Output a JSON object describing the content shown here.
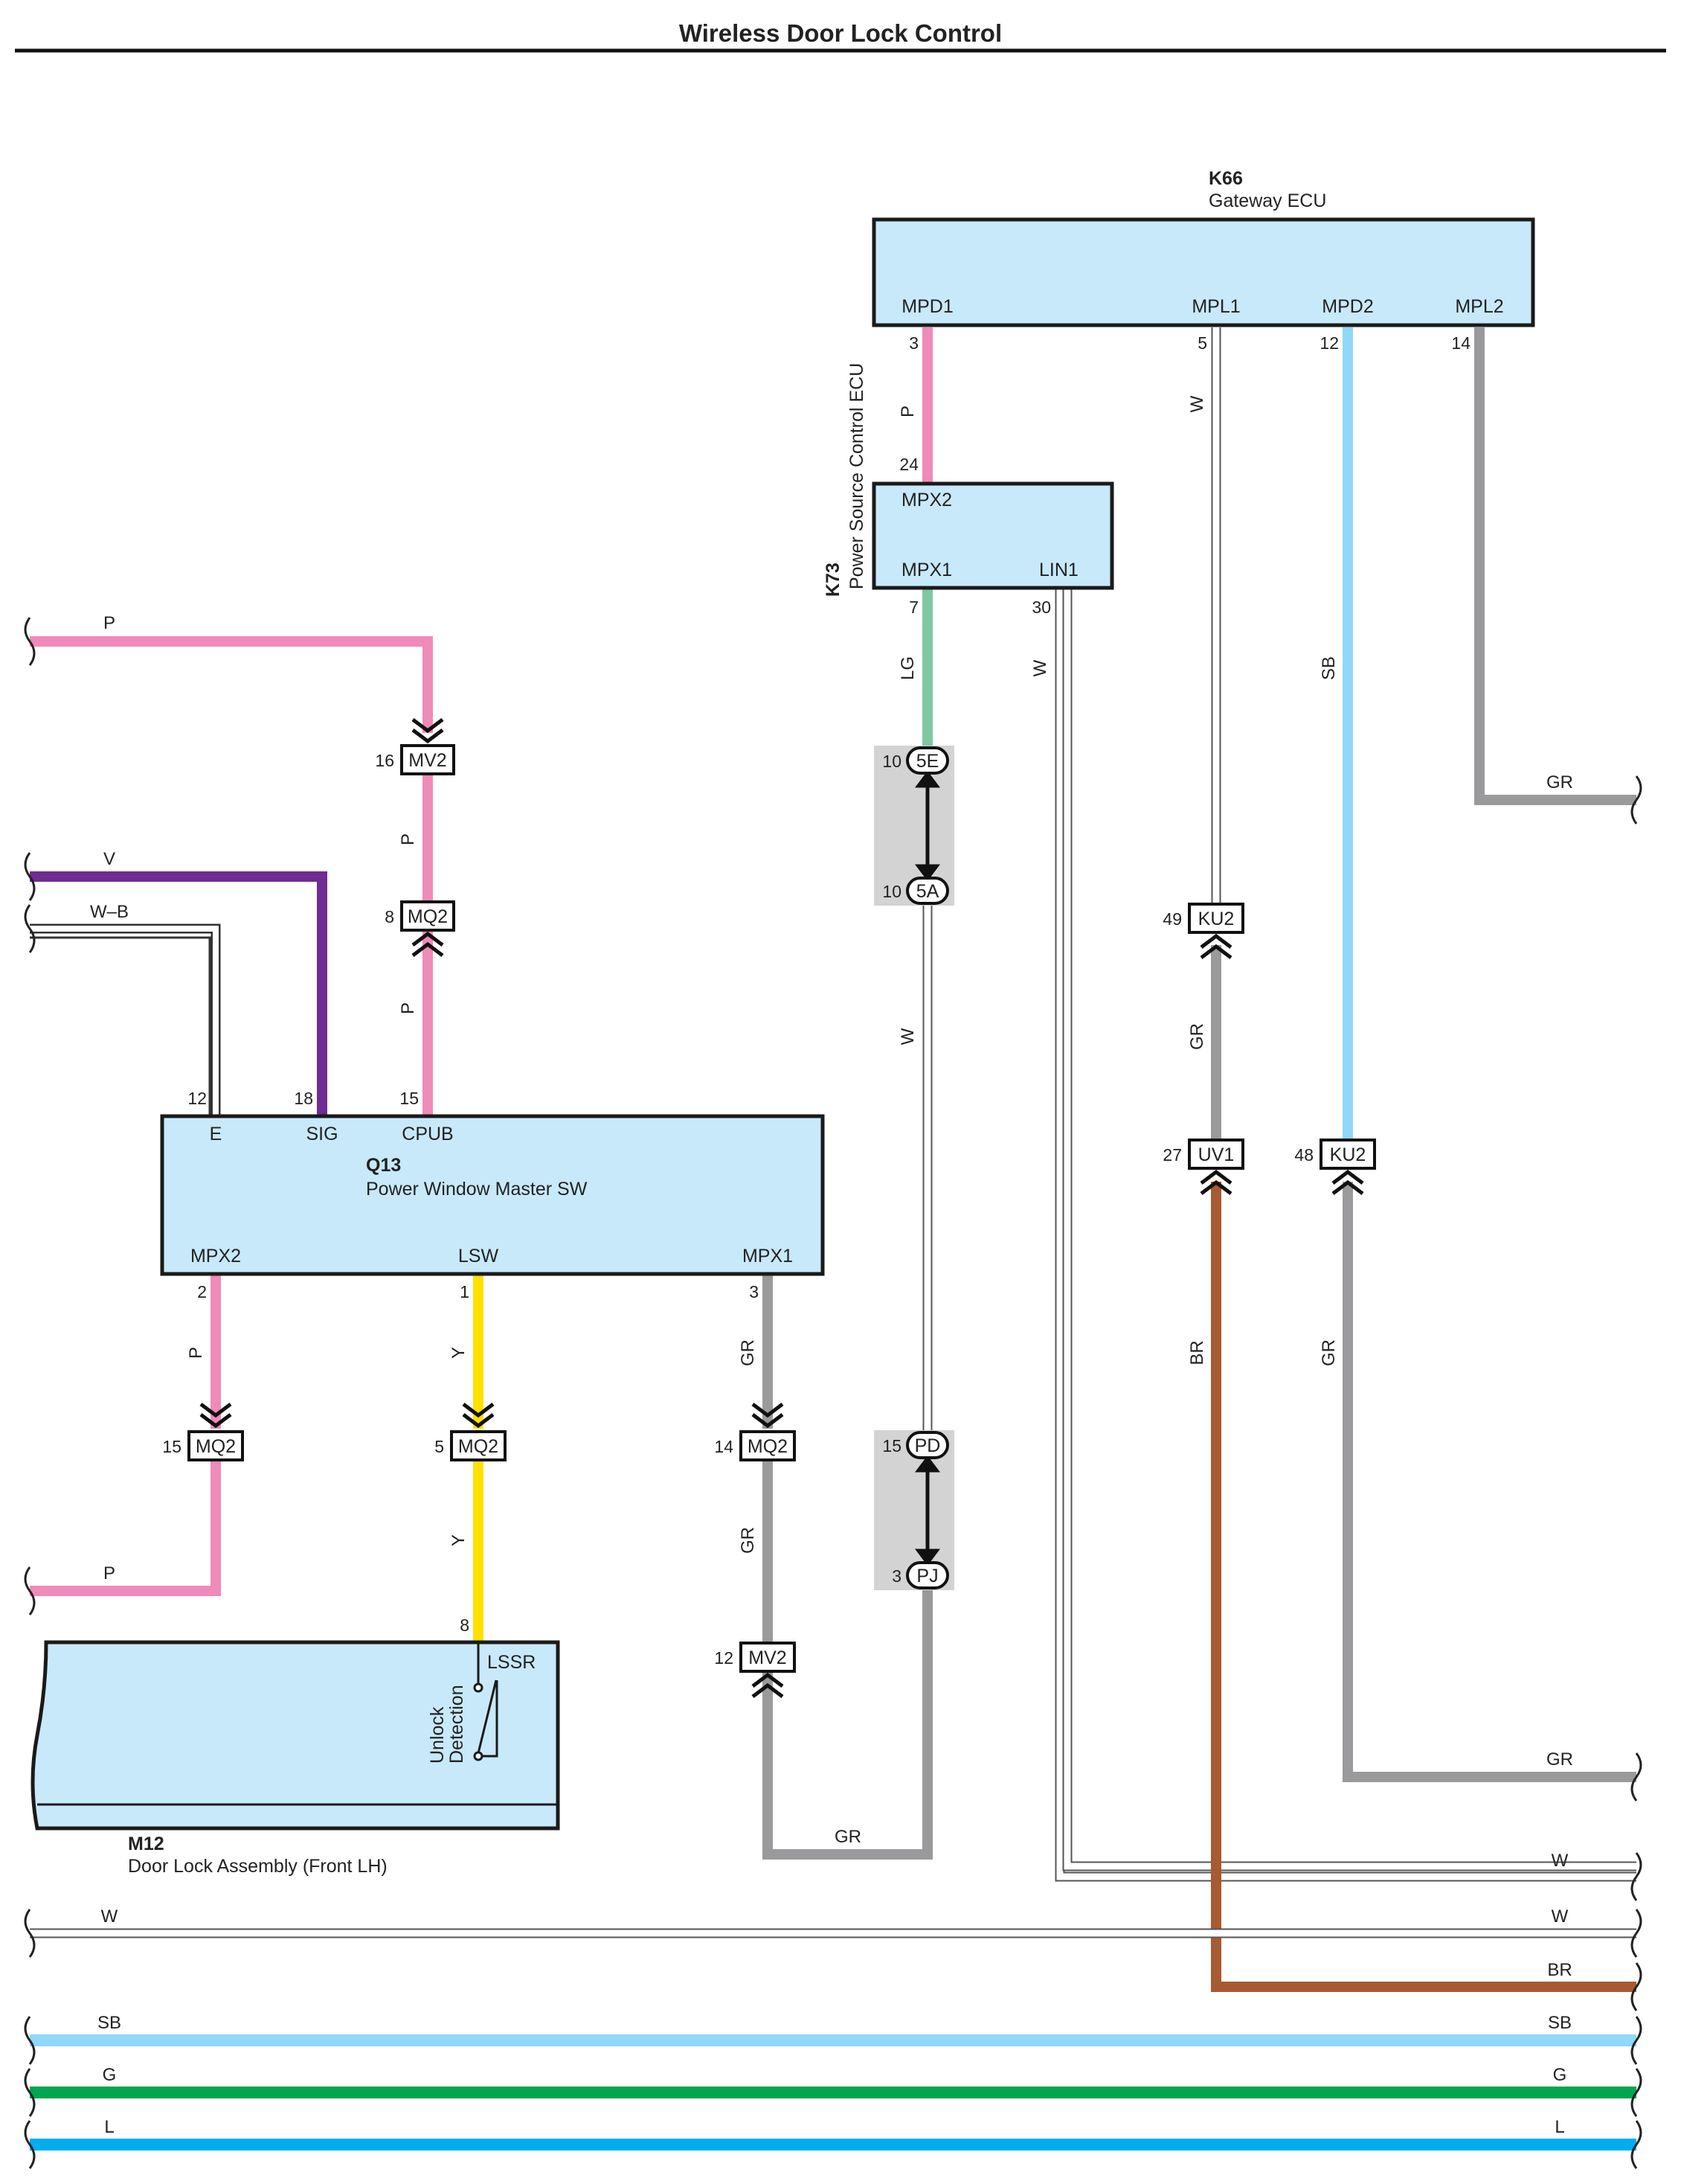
{
  "title": "Wireless Door Lock Control",
  "components": {
    "gateway": {
      "id": "K66",
      "name": "Gateway ECU",
      "pins": [
        "MPD1",
        "MPL1",
        "MPD2",
        "MPL2"
      ]
    },
    "power_source": {
      "id": "K73",
      "name": "Power Source Control ECU",
      "pins": [
        "MPX2",
        "MPX1",
        "LIN1"
      ]
    },
    "master_sw": {
      "id": "Q13",
      "name": "Power Window Master SW",
      "pins_top": [
        "E",
        "SIG",
        "CPUB"
      ],
      "pins_bottom": [
        "MPX2",
        "LSW",
        "MPX1"
      ]
    },
    "door_lock": {
      "id": "M12",
      "name": "Door Lock Assembly (Front LH)",
      "pin": "LSSR",
      "switch_label_1": "Unlock",
      "switch_label_2": "Detection"
    }
  },
  "connectors": {
    "mv2_top": {
      "name": "MV2",
      "pin": "16"
    },
    "mq2_top": {
      "name": "MQ2",
      "pin": "8"
    },
    "mq2_p": {
      "name": "MQ2",
      "pin": "15"
    },
    "mq2_y": {
      "name": "MQ2",
      "pin": "5"
    },
    "mq2_gr": {
      "name": "MQ2",
      "pin": "14"
    },
    "mv2_gr": {
      "name": "MV2",
      "pin": "12"
    },
    "ku2_49": {
      "name": "KU2",
      "pin": "49"
    },
    "uv1": {
      "name": "UV1",
      "pin": "27"
    },
    "ku2_48": {
      "name": "KU2",
      "pin": "48"
    },
    "j5e": {
      "name": "5E",
      "pin": "10"
    },
    "j5a": {
      "name": "5A",
      "pin": "10"
    },
    "jpd": {
      "name": "PD",
      "pin": "15"
    },
    "jpj": {
      "name": "PJ",
      "pin": "3"
    }
  },
  "pin_numbers": {
    "k66_mpd1": "3",
    "k66_mpl1": "5",
    "k66_mpd2": "12",
    "k66_mpl2": "14",
    "k73_mpx2": "24",
    "k73_mpx1": "7",
    "k73_lin1": "30",
    "q13_e": "12",
    "q13_sig": "18",
    "q13_cpub": "15",
    "q13_mpx2": "2",
    "q13_lsw": "1",
    "q13_mpx1": "3",
    "m12_lssr": "8"
  },
  "wire_colors": {
    "P": "#f08ab8",
    "V": "#6f2c91",
    "W-B": "#ffffff",
    "W": "#ffffff",
    "LG": "#7fc8a0",
    "SB": "#8fd8f8",
    "GR": "#9a9a9c",
    "Y": "#ffe000",
    "BR": "#a85a32",
    "G": "#00a650",
    "L": "#00aeef"
  },
  "wire_labels": {
    "k66_p": "P",
    "k66_w": "W",
    "k66_sb": "SB",
    "k66_gr_right": "GR",
    "k73_lg": "LG",
    "k73_w": "W",
    "junction_w": "W",
    "left_p": "P",
    "left_v": "V",
    "left_wb": "W–B",
    "cpub_p_upper": "P",
    "cpub_p_lower": "P",
    "mpx2_p": "P",
    "lsw_y": "Y",
    "mpx1_gr": "GR",
    "left_p_bottom": "P",
    "lsw_y_lower": "Y",
    "mq2_gr_lower": "GR",
    "gr_bottom": "GR",
    "ku2_gr": "GR",
    "uv1_br": "BR",
    "ku2_gr_lower": "GR",
    "gr_right_lower": "GR",
    "w_right_1": "W",
    "w_right_2": "W",
    "w_left_bus": "W",
    "w_right_bus": "W",
    "br_right": "BR",
    "sb_left": "SB",
    "sb_right": "SB",
    "g_left": "G",
    "g_right": "G",
    "l_left": "L",
    "l_right": "L"
  }
}
